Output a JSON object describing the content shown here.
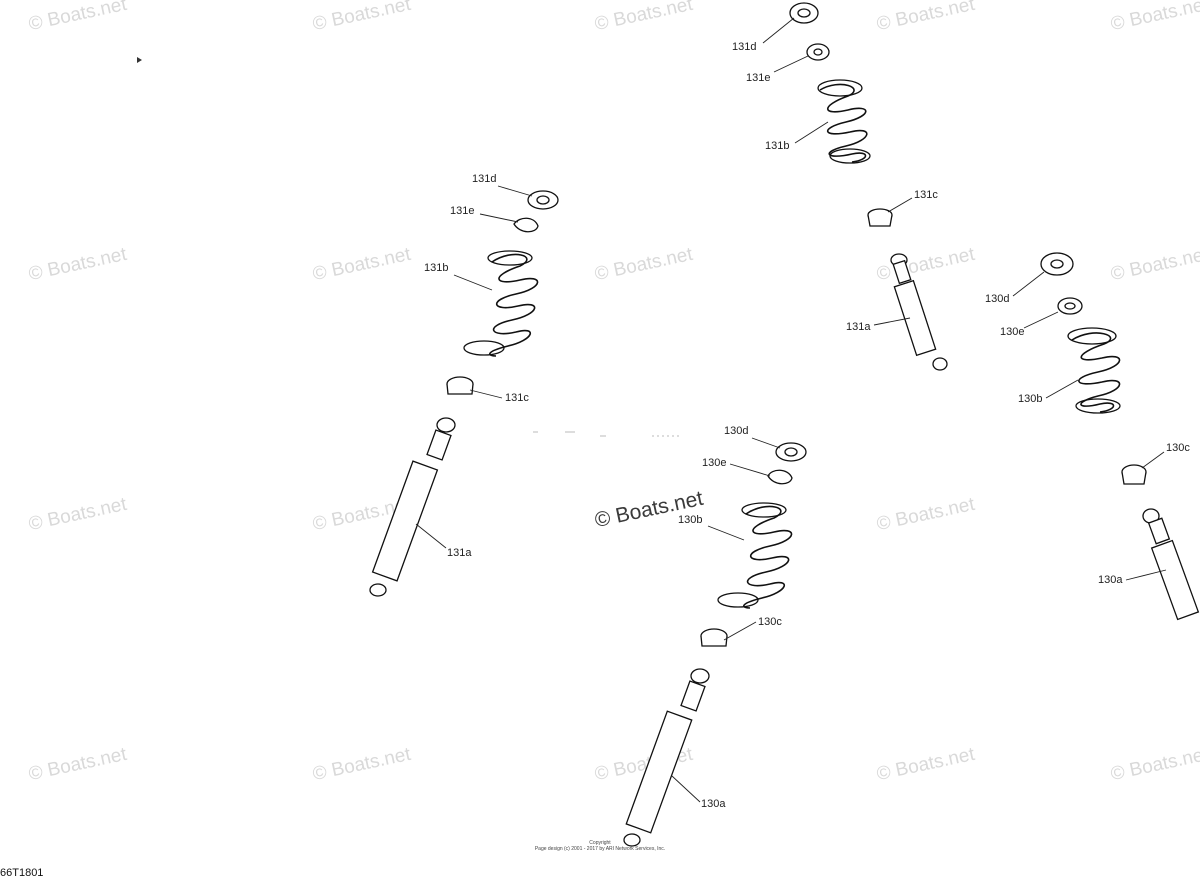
{
  "watermark": {
    "text": "© Boats.net"
  },
  "center_watermark": {
    "text": "© Boats.net"
  },
  "callouts": {
    "c131d_top": "131d",
    "c131e_top": "131e",
    "c131b_top": "131b",
    "c131c_upper_right": "131c",
    "c131a_right": "131a",
    "c131d_left": "131d",
    "c131e_left": "131e",
    "c131b_left": "131b",
    "c131c_left": "131c",
    "c131a_left": "131a",
    "c130d_right": "130d",
    "c130e_right": "130e",
    "c130b_right": "130b",
    "c130c_right": "130c",
    "c130a_right": "130a",
    "c130d_center": "130d",
    "c130e_center": "130e",
    "c130b_center": "130b",
    "c130c_center": "130c",
    "c130a_center": "130a"
  },
  "copyright": {
    "line1": "Copyright",
    "line2": "Page design (c) 2001 - 2017 by ARI Network Services, Inc."
  },
  "drawing_id": "66T1801"
}
